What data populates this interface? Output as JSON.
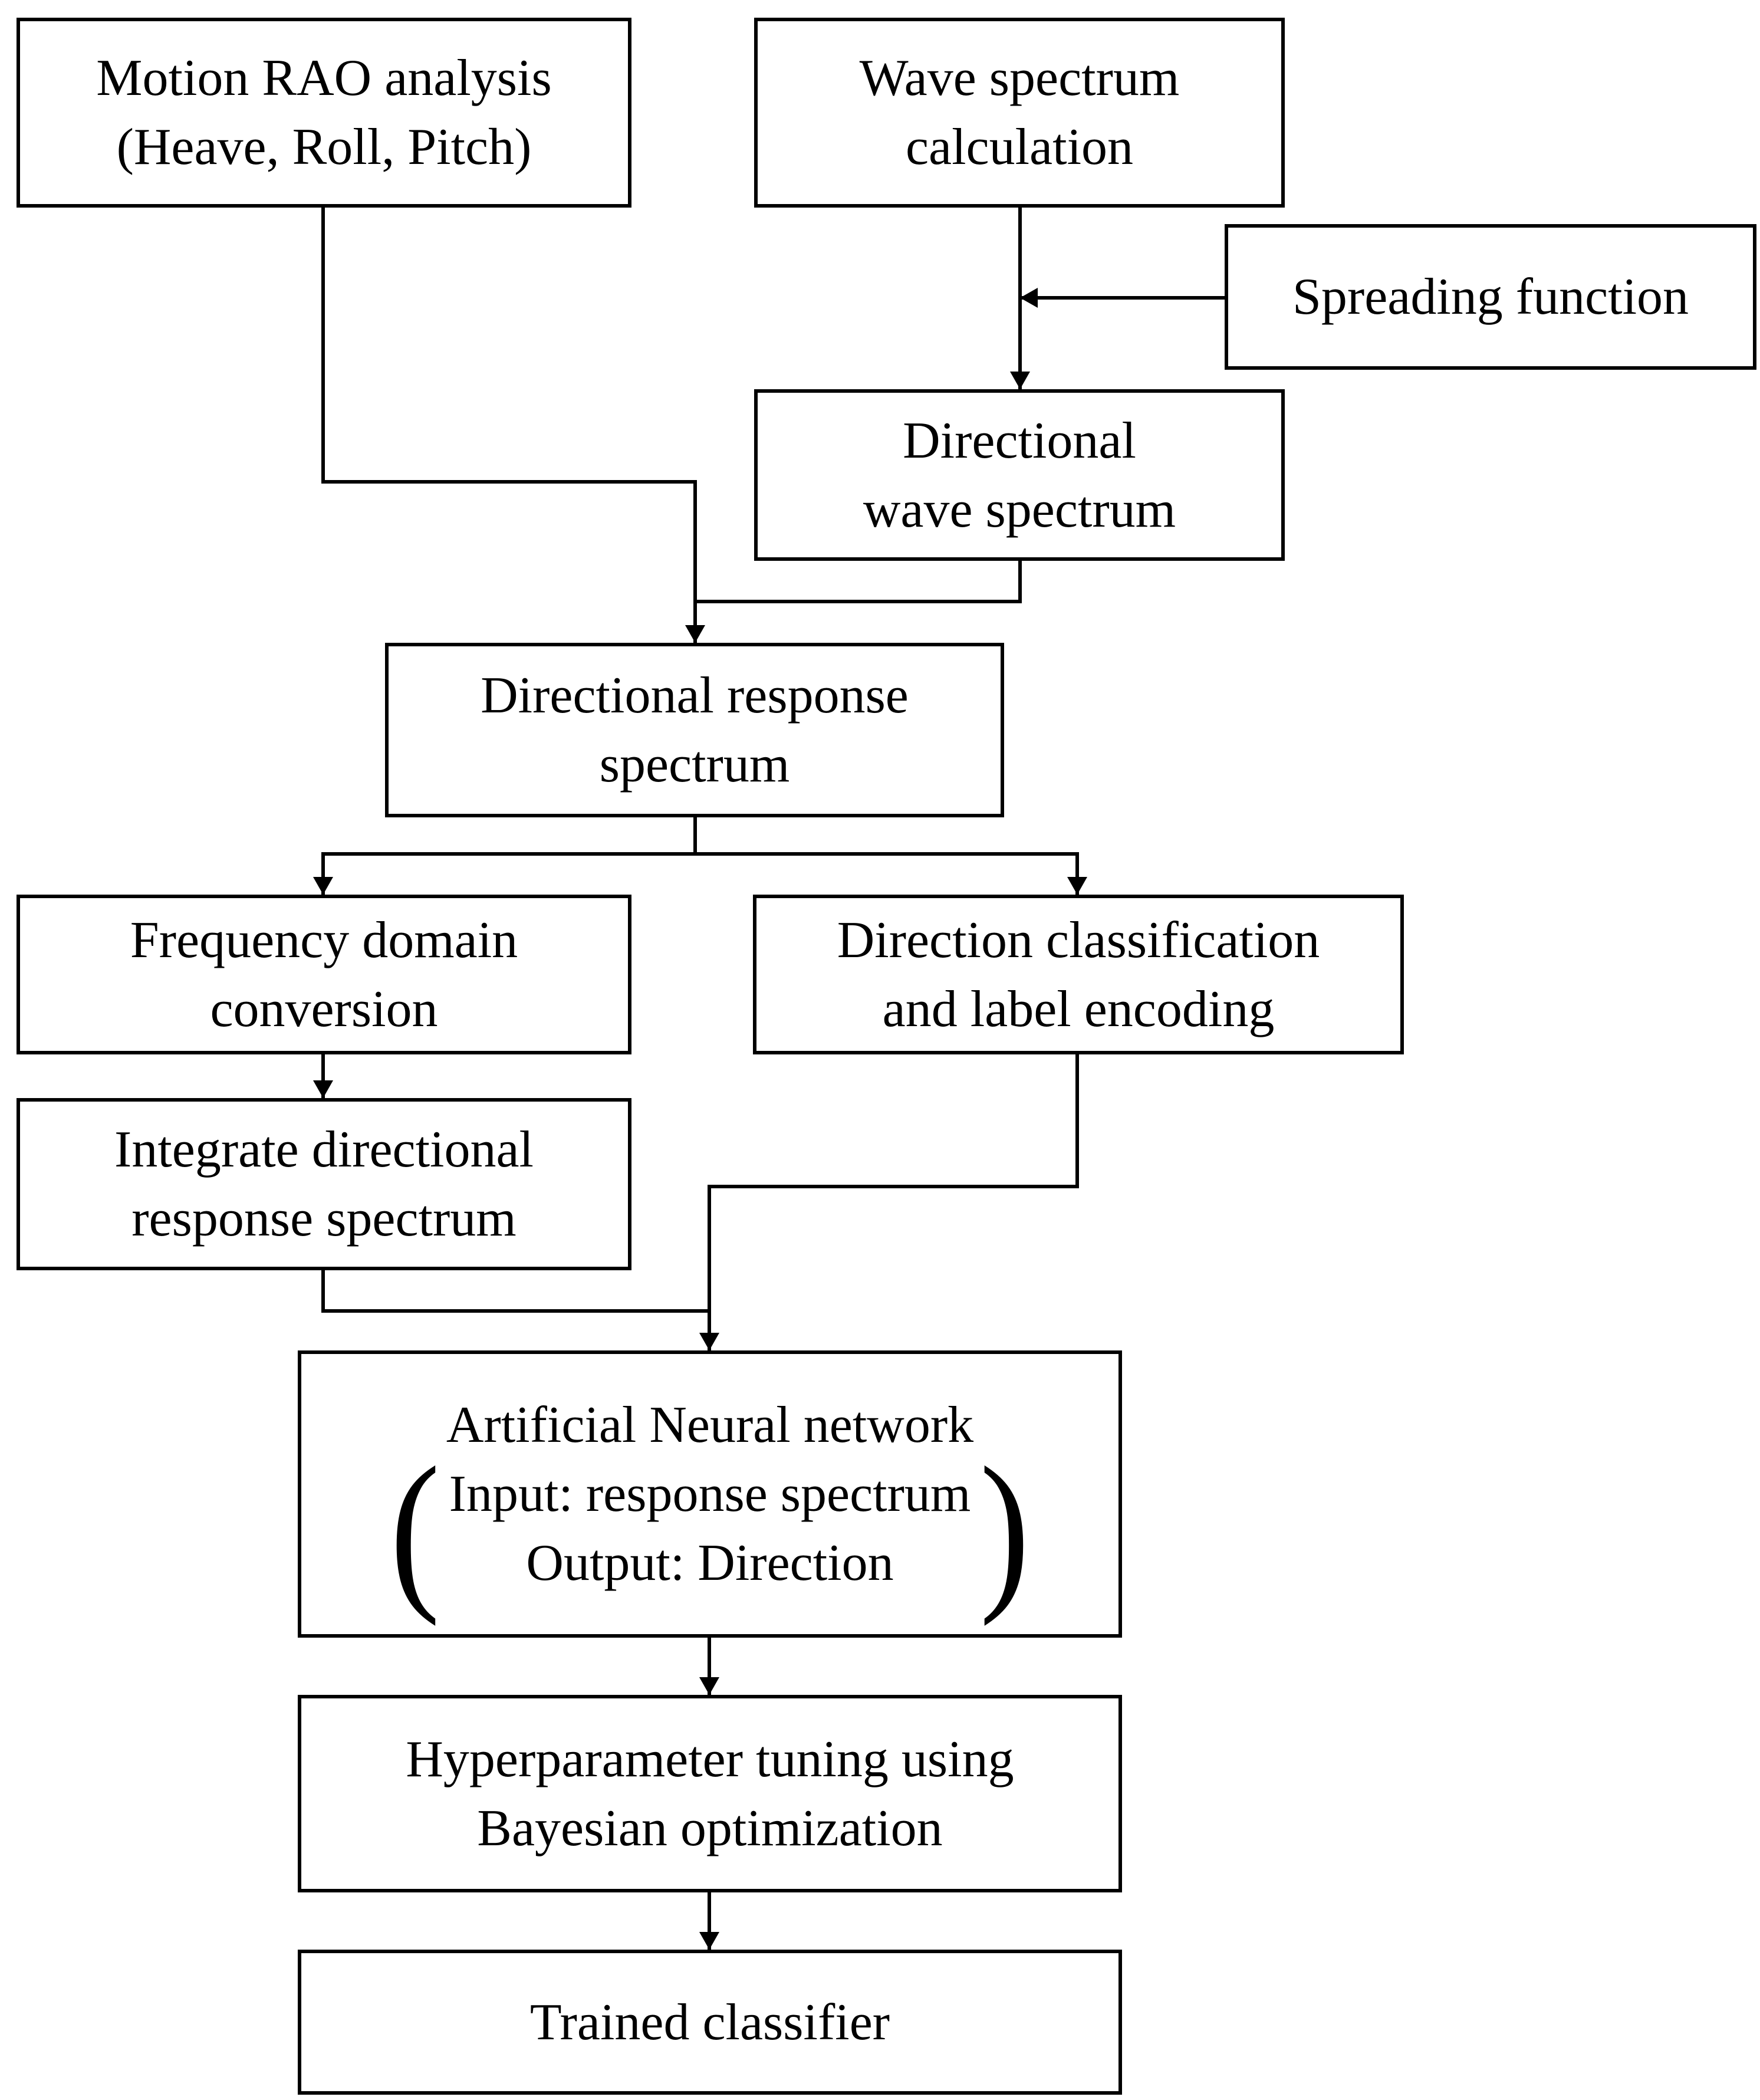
{
  "nodes": {
    "motion_rao": {
      "line1": "Motion RAO analysis",
      "line2": "(Heave, Roll, Pitch)"
    },
    "wave_spectrum": {
      "line1": "Wave spectrum",
      "line2": "calculation"
    },
    "spreading": {
      "line1": "Spreading function"
    },
    "directional_wave": {
      "line1": "Directional",
      "line2": "wave spectrum"
    },
    "directional_response": {
      "line1": "Directional response",
      "line2": "spectrum"
    },
    "frequency_domain": {
      "line1": "Frequency domain",
      "line2": "conversion"
    },
    "direction_classification": {
      "line1": "Direction classification",
      "line2": "and label encoding"
    },
    "integrate": {
      "line1": "Integrate directional",
      "line2": "response spectrum"
    },
    "ann": {
      "title": "Artificial Neural network",
      "open_paren": "(",
      "input": "Input: response spectrum",
      "output": "Output: Direction",
      "close_paren": ")"
    },
    "hyperparameter": {
      "line1": "Hyperparameter tuning using",
      "line2": "Bayesian optimization"
    },
    "trained": {
      "line1": "Trained classifier"
    }
  }
}
